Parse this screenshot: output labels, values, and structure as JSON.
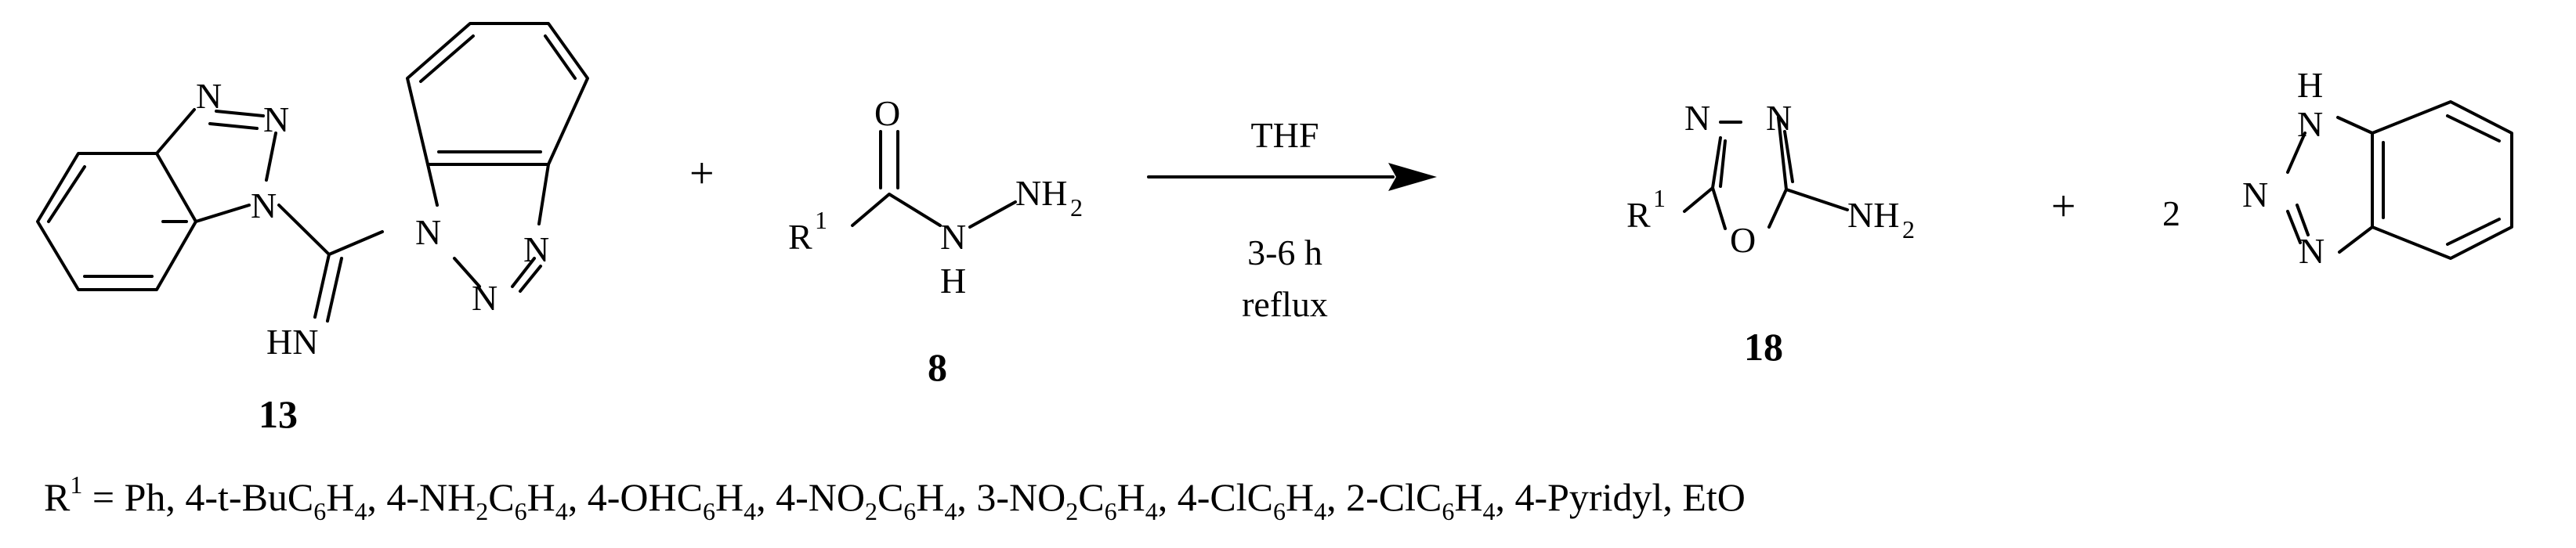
{
  "compound_13": {
    "label": "13",
    "atoms": {
      "n1": "N",
      "n2": "N",
      "n3": "N",
      "n4": "N",
      "n5": "N",
      "n6": "N",
      "imine": "HN"
    }
  },
  "compound_8": {
    "label": "8",
    "atoms": {
      "oxygen": "O",
      "r": "R",
      "r_sup": "1",
      "nh": "N",
      "h": "H",
      "nh2": "NH",
      "nh2_sub": "2"
    }
  },
  "compound_18": {
    "label": "18",
    "atoms": {
      "n_left": "N",
      "n_right": "N",
      "oxygen": "O",
      "r": "R",
      "r_sup": "1",
      "nh2": "NH",
      "nh2_sub": "2"
    }
  },
  "benzotriazole": {
    "coefficient": "2",
    "atoms": {
      "h": "H",
      "nh": "N",
      "n_mid": "N",
      "n_bottom": "N"
    }
  },
  "operators": {
    "plus_1": "+",
    "plus_2": "+"
  },
  "conditions": {
    "solvent": "THF",
    "time": "3-6 h",
    "temperature": "reflux"
  },
  "substituents": {
    "prefix": "R",
    "prefix_sup": "1",
    "equals": " = ",
    "list": [
      {
        "parts": [
          [
            "Ph",
            ""
          ]
        ]
      },
      {
        "parts": [
          [
            "4-t-BuC",
            ""
          ],
          [
            "6",
            "sub"
          ],
          [
            "H",
            ""
          ],
          [
            "4",
            "sub"
          ]
        ]
      },
      {
        "parts": [
          [
            "4-NH",
            ""
          ],
          [
            "2",
            "sub"
          ],
          [
            "C",
            ""
          ],
          [
            "6",
            "sub"
          ],
          [
            "H",
            ""
          ],
          [
            "4",
            "sub"
          ]
        ]
      },
      {
        "parts": [
          [
            "4-OHC",
            ""
          ],
          [
            "6",
            "sub"
          ],
          [
            "H",
            ""
          ],
          [
            "4",
            "sub"
          ]
        ]
      },
      {
        "parts": [
          [
            "4-NO",
            ""
          ],
          [
            "2",
            "sub"
          ],
          [
            "C",
            ""
          ],
          [
            "6",
            "sub"
          ],
          [
            "H",
            ""
          ],
          [
            "4",
            "sub"
          ]
        ]
      },
      {
        "parts": [
          [
            "3-NO",
            ""
          ],
          [
            "2",
            "sub"
          ],
          [
            "C",
            ""
          ],
          [
            "6",
            "sub"
          ],
          [
            "H",
            ""
          ],
          [
            "4",
            "sub"
          ]
        ]
      },
      {
        "parts": [
          [
            "4-ClC",
            ""
          ],
          [
            "6",
            "sub"
          ],
          [
            "H",
            ""
          ],
          [
            "4",
            "sub"
          ]
        ]
      },
      {
        "parts": [
          [
            "2-ClC",
            ""
          ],
          [
            "6",
            "sub"
          ],
          [
            "H",
            ""
          ],
          [
            "4",
            "sub"
          ]
        ]
      },
      {
        "parts": [
          [
            "4-Pyridyl",
            ""
          ]
        ]
      },
      {
        "parts": [
          [
            "EtO",
            ""
          ]
        ]
      }
    ]
  }
}
